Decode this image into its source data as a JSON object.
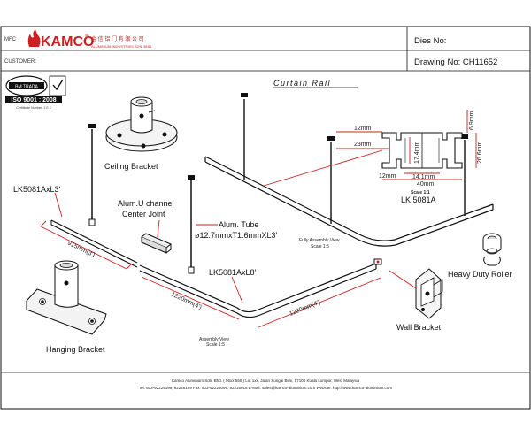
{
  "title_block": {
    "mfc_label": "MFC",
    "customer_label": "CUSTOMER:",
    "brand": "KAMCO",
    "brand_mark": "®",
    "brand_subtitle": "金 信 铝 门 有 限 公 司",
    "brand_tagline": "ALUMINIUM INDUSTRIES SDN. BHD.",
    "dies_no_label": "Dies No:",
    "drawing_no_label": "Drawing No: CH11652",
    "cert_text": "ISO 9001 : 2008",
    "cert_sub": "Certificate Number: 1 E 2",
    "cert_badge": "BM TRADA"
  },
  "drawing": {
    "title": "Curtain Rail",
    "labels": {
      "ceiling_bracket": "Ceiling Bracket",
      "lk_3": "LK5081AxL3'",
      "u_channel": "Alum.U channel",
      "u_channel_2": "Center Joint",
      "alum_tube": "Alum. Tube",
      "alum_tube_2": "ø12.7mmxT1.6mmXL3'",
      "lk_8": "LK5081AxL8'",
      "hanging_bracket": "Hanging Bracket",
      "wall_bracket": "Wall Bracket",
      "heavy_duty_roller": "Heavy Duty Roller",
      "profile_name": "LK 5081A",
      "scale_11": "Scale 1:1",
      "fully_assembly": "Fully Assembly View",
      "fully_scale": "Scale 1:5",
      "assembly_view": "Assembly View",
      "assembly_scale": "Scale 1:5"
    },
    "dims": {
      "d915": "915mm(3')",
      "d1220a": "1220mm(4')",
      "d1220b": "1220mm(4')",
      "d12_top": "12mm",
      "d23": "23mm",
      "d174": "17.4mm",
      "d141": "14.1mm",
      "d40": "40mm",
      "d12_bot": "12mm",
      "d69": "6.9mm",
      "d266": "26.6mm"
    }
  },
  "footer": {
    "line1": "Kamco Aluminium Sdn. Bhd. ( 56xx 550 ) Lot 1xx, Jalan Sungai Besi, 57100 Kuala Lumpur, West Malaysia",
    "line2": "Tel: 603-92225199, 92226199  Fax: 603-92225099, 92215015  E-Mail: sales@kamco-aluminium.com  Website: http://www.kamco-aluminium.com"
  },
  "colors": {
    "brand_red": "#cc1f1f",
    "line_black": "#111111",
    "dim_red": "#cc1f1f"
  }
}
